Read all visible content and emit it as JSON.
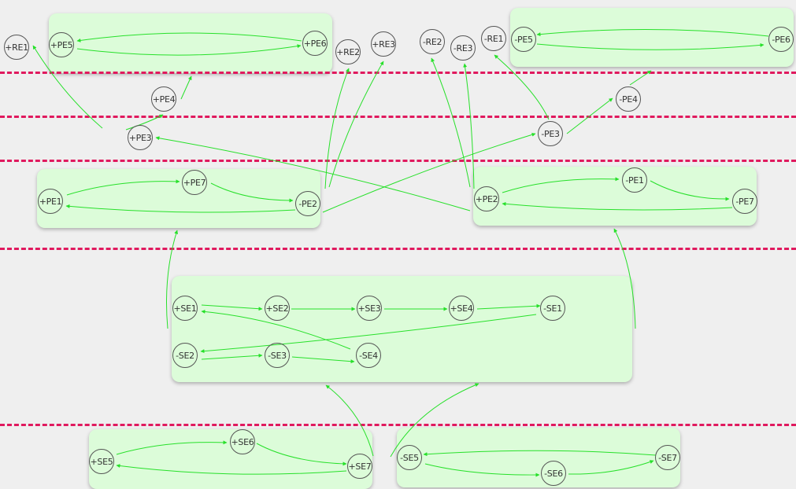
{
  "colors": {
    "background": "#efefef",
    "box": "#dcfcd9",
    "edge": "#27e02a",
    "separator": "#e0195e",
    "node_border": "#555555"
  },
  "nodes": {
    "pRE1": "+RE1",
    "pPE5": "+PE5",
    "pPE6": "+PE6",
    "pRE2": "+RE2",
    "pRE3": "+RE3",
    "mRE2": "-RE2",
    "mRE3": "-RE3",
    "mRE1": "-RE1",
    "mPE5": "-PE5",
    "mPE6": "-PE6",
    "pPE4": "+PE4",
    "mPE4": "-PE4",
    "pPE3": "+PE3",
    "mPE3": "-PE3",
    "pPE7": "+PE7",
    "pPE1": "+PE1",
    "mPE2": "-PE2",
    "mPE1": "-PE1",
    "pPE2": "+PE2",
    "mPE7": "-PE7",
    "pSE1": "+SE1",
    "pSE2": "+SE2",
    "pSE3": "+SE3",
    "pSE4": "+SE4",
    "mSE1": "-SE1",
    "mSE2": "-SE2",
    "mSE3": "-SE3",
    "mSE4": "-SE4",
    "pSE6": "+SE6",
    "pSE5": "+SE5",
    "pSE7": "+SE7",
    "mSE5": "-SE5",
    "mSE6": "-SE6",
    "mSE7": "-SE7"
  }
}
